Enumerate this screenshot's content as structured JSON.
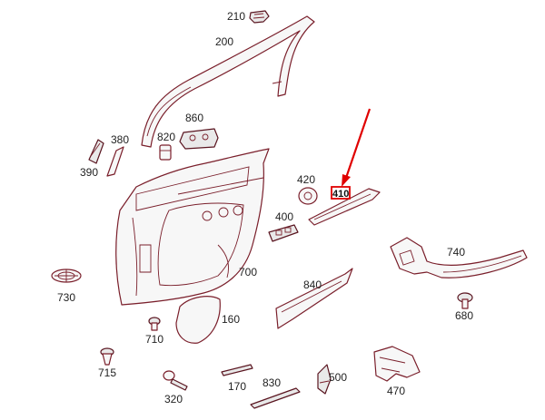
{
  "labels": {
    "p210": "210",
    "p200": "200",
    "p860": "860",
    "p380": "380",
    "p820": "820",
    "p390": "390",
    "p420": "420",
    "p410": "410",
    "p400": "400",
    "p740": "740",
    "p700": "700",
    "p840": "840",
    "p730": "730",
    "p680": "680",
    "p160": "160",
    "p710": "710",
    "p715": "715",
    "p500": "500",
    "p170": "170",
    "p830": "830",
    "p470": "470",
    "p320": "320"
  },
  "highlight": {
    "part": "410",
    "color": "#e00000"
  }
}
